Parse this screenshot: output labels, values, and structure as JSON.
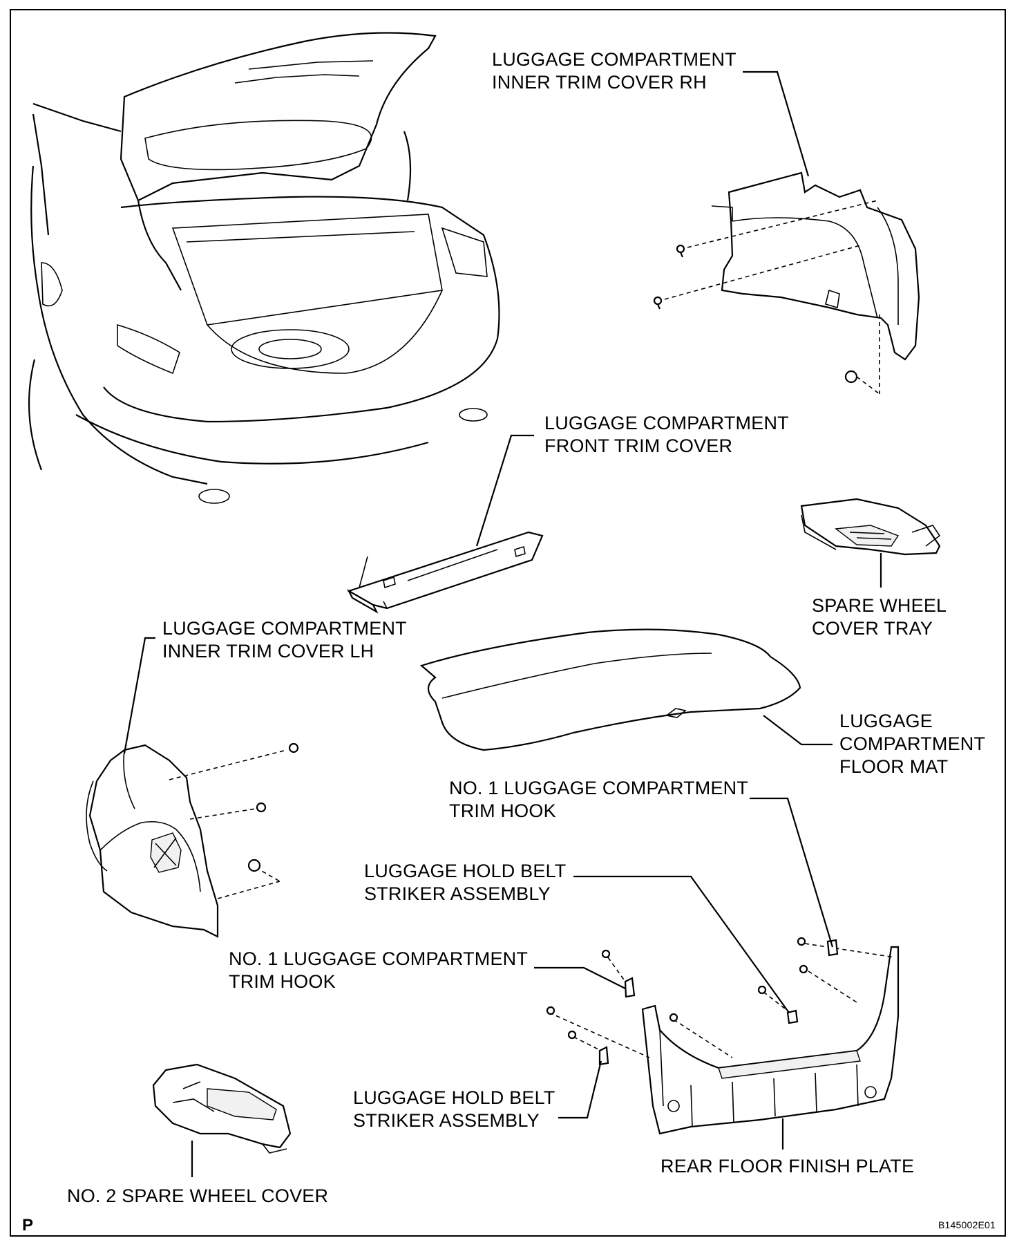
{
  "labels": {
    "inner_trim_rh": "LUGGAGE COMPARTMENT\nINNER TRIM COVER RH",
    "front_trim": "LUGGAGE COMPARTMENT\nFRONT TRIM COVER",
    "spare_tray": "SPARE WHEEL\nCOVER TRAY",
    "inner_trim_lh": "LUGGAGE COMPARTMENT\nINNER TRIM COVER LH",
    "floor_mat": "LUGGAGE\nCOMPARTMENT\nFLOOR MAT",
    "trim_hook_right": "NO. 1 LUGGAGE COMPARTMENT\nTRIM HOOK",
    "belt_striker_top": "LUGGAGE HOLD BELT\nSTRIKER ASSEMBLY",
    "trim_hook_left": "NO. 1 LUGGAGE COMPARTMENT\nTRIM HOOK",
    "belt_striker_bottom": "LUGGAGE HOLD BELT\nSTRIKER ASSEMBLY",
    "spare_cover_2": "NO. 2 SPARE WHEEL COVER",
    "rear_floor_plate": "REAR FLOOR FINISH PLATE"
  },
  "corner": {
    "left": "P",
    "right": "B145002E01"
  }
}
